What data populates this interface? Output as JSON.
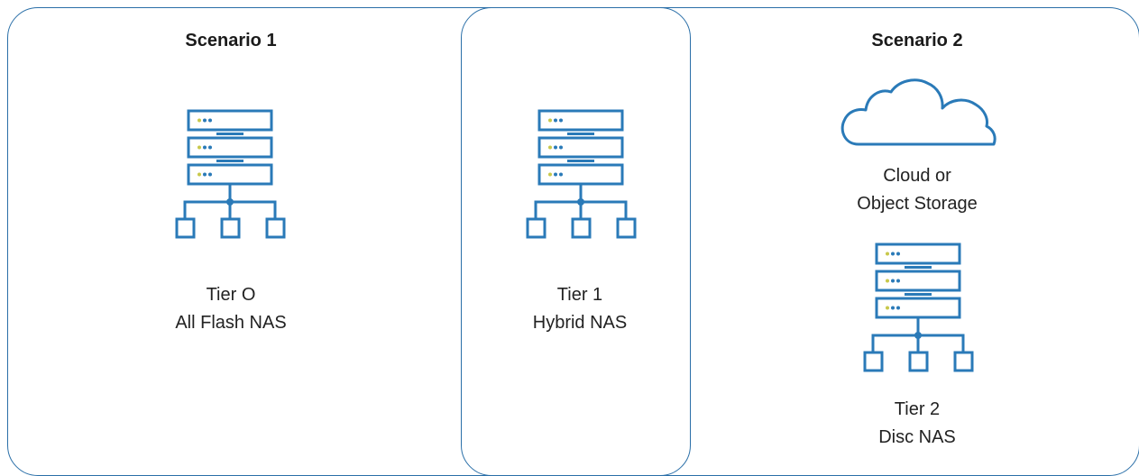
{
  "scenario1": {
    "title": "Scenario 1",
    "tier_line1": "Tier O",
    "tier_line2": "All Flash NAS"
  },
  "middle": {
    "tier_line1": "Tier 1",
    "tier_line2": "Hybrid NAS"
  },
  "scenario2": {
    "title": "Scenario 2",
    "cloud_line1": "Cloud or",
    "cloud_line2": "Object Storage",
    "tier_line1": "Tier 2",
    "tier_line2": "Disc NAS"
  },
  "colors": {
    "stroke": "#2a7ab8",
    "led_yellow": "#c8c84a",
    "led_blue": "#2a7ab8"
  },
  "icons": [
    "server-rack-network-icon",
    "cloud-icon"
  ]
}
